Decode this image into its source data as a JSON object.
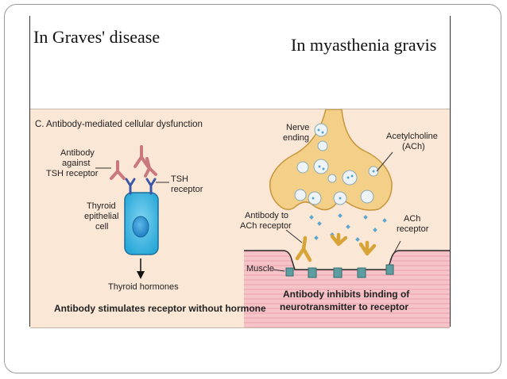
{
  "headings": {
    "graves": "In Graves' disease",
    "myasthenia": "In myasthenia gravis"
  },
  "figure": {
    "caption": "C. Antibody-mediated cellular dysfunction",
    "left_panel": {
      "antibody_line1": "Antibody",
      "antibody_line2": "against",
      "antibody_line3": "TSH receptor",
      "tsh_line1": "TSH",
      "tsh_line2": "receptor",
      "cell_line1": "Thyroid",
      "cell_line2": "epithelial",
      "cell_line3": "cell",
      "hormones": "Thyroid hormones",
      "summary": "Antibody stimulates receptor without hormone"
    },
    "right_panel": {
      "nerve_line1": "Nerve",
      "nerve_line2": "ending",
      "ach_line1": "Acetylcholine",
      "ach_line2": "(ACh)",
      "antibody_line1": "Antibody to",
      "antibody_line2": "ACh receptor",
      "receptor_line1": "ACh",
      "receptor_line2": "receptor",
      "muscle": "Muscle",
      "summary_line1": "Antibody inhibits binding of",
      "summary_line2": "neurotransmitter to receptor"
    }
  },
  "colors": {
    "panel_bg": "#fbe7d6",
    "nerve_fill": "#f4cf87",
    "cell_fill": "#3db7e4",
    "muscle_fill": "#f4b8c0",
    "antibody_left": "#c9787d",
    "antibody_right": "#d9a437",
    "receptor": "#5f9ea0"
  }
}
